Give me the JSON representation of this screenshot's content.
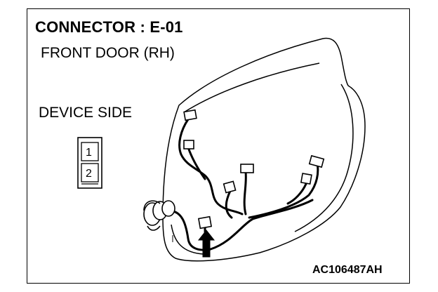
{
  "title": "CONNECTOR : E-01",
  "subtitle": "FRONT DOOR (RH)",
  "device_side": "DEVICE SIDE",
  "pins": [
    "1",
    "2"
  ],
  "figure_code": "AC106487AH"
}
